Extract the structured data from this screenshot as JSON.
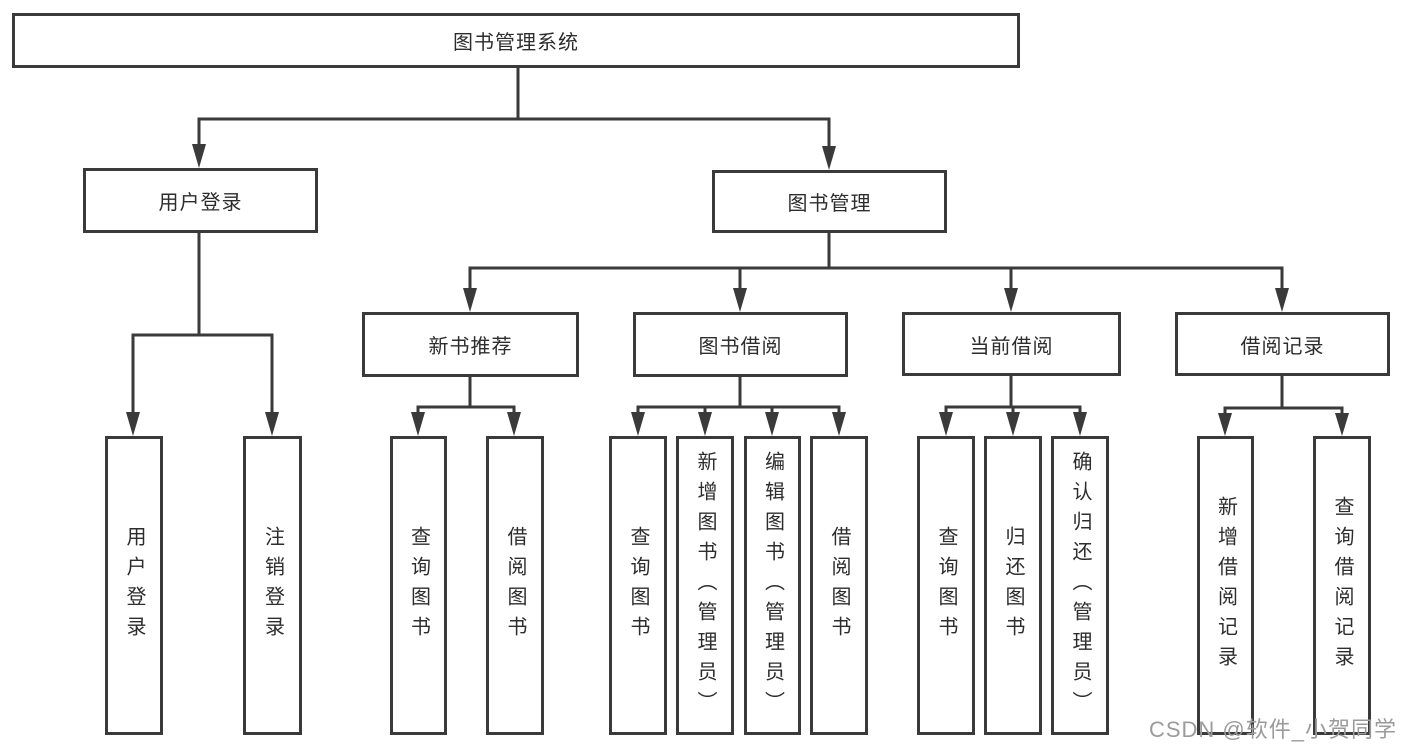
{
  "diagram": {
    "type": "tree",
    "root": {
      "label": "图书管理系统"
    },
    "level2": [
      {
        "label": "用户登录"
      },
      {
        "label": "图书管理"
      }
    ],
    "level3": [
      {
        "label": "新书推荐"
      },
      {
        "label": "图书借阅"
      },
      {
        "label": "当前借阅"
      },
      {
        "label": "借阅记录"
      }
    ],
    "leaves": {
      "userLogin": [
        {
          "label": "用户登录"
        },
        {
          "label": "注销登录"
        }
      ],
      "newBooks": [
        {
          "label": "查询图书"
        },
        {
          "label": "借阅图书"
        }
      ],
      "bookBorrow": [
        {
          "label": "查询图书"
        },
        {
          "label": "新增图书（管理员）"
        },
        {
          "label": "编辑图书（管理员）"
        },
        {
          "label": "借阅图书"
        }
      ],
      "currentBorrow": [
        {
          "label": "查询图书"
        },
        {
          "label": "归还图书"
        },
        {
          "label": "确认归还（管理员）"
        }
      ],
      "borrowRecords": [
        {
          "label": "新增借阅记录"
        },
        {
          "label": "查询借阅记录"
        }
      ]
    },
    "watermark": "CSDN @软件_小贺同学",
    "colors": {
      "line": "#3a3a3a",
      "box_border": "#3a3a3a",
      "text": "#2d2d2d",
      "background": "#ffffff",
      "watermark": "#9b9b9b"
    }
  }
}
